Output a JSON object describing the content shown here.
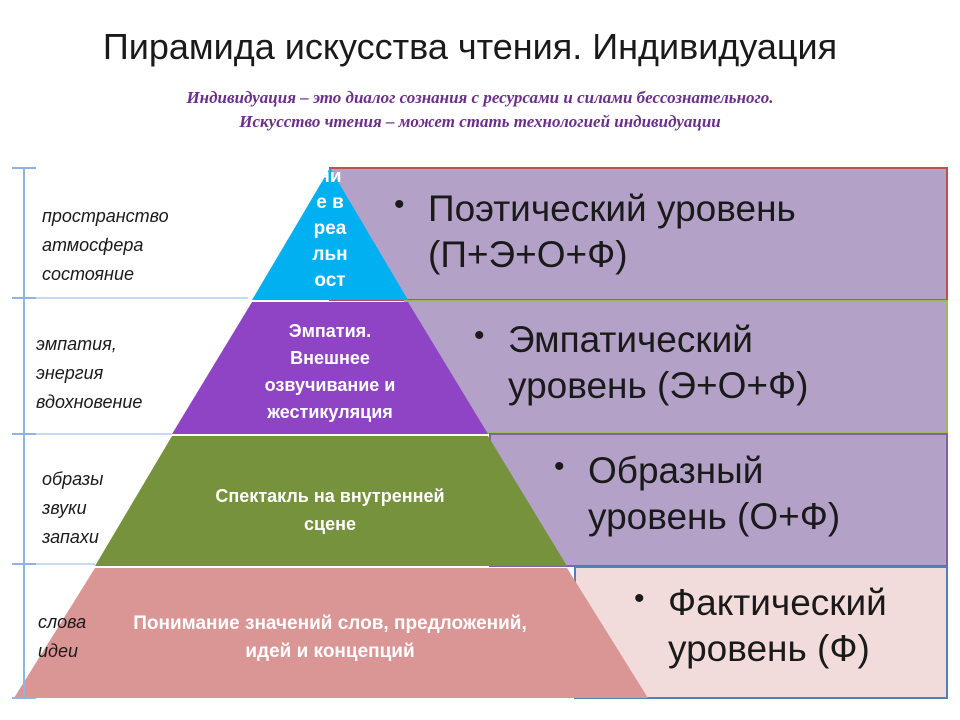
{
  "title": "Пирамида искусства чтения. Индивидуация",
  "subtitle": {
    "line1": "Индивидуация – это диалог сознания с ресурсами и силами бессознательного.",
    "line2": "Искусство чтения – может стать технологией индивидуации"
  },
  "levels": [
    {
      "line1": "Поэтический уровень",
      "line2": "(П+Э+О+Ф)",
      "color": "#b3a1c8",
      "border": "#c0504d"
    },
    {
      "line1": "Эмпатический",
      "line2": "уровень (Э+О+Ф)",
      "color": "#b3a1c8",
      "border": "#9bbb59"
    },
    {
      "line1": "Образный",
      "line2": "уровень (О+Ф)",
      "color": "#b3a1c8",
      "border": "#8064a2"
    },
    {
      "line1": "Фактический",
      "line2": "уровень (Ф)",
      "color": "#f2dcdb",
      "border": "#4f81bd"
    }
  ],
  "pyramid": [
    {
      "lines": [
        "ни",
        "е в",
        "реа",
        "льн",
        "ост"
      ],
      "color": "#00b0f0"
    },
    {
      "lines": [
        "Эмпатия.",
        "Внешнее",
        "озвучивание и",
        "жестикуляция"
      ],
      "color": "#8e44c4"
    },
    {
      "lines": [
        "Спектакль на внутренней",
        "сцене"
      ],
      "color": "#76923c"
    },
    {
      "lines": [
        "Понимание значений слов, предложений,",
        "идей и концепций"
      ],
      "color": "#d99694"
    }
  ],
  "side": [
    [
      "пространство",
      "атмосфера",
      "состояние"
    ],
    [
      "эмпатия,",
      "энергия",
      "вдохновение"
    ],
    [
      "образы",
      "звуки",
      "запахи"
    ],
    [
      "слова",
      "идеи"
    ]
  ],
  "bullet": "•"
}
